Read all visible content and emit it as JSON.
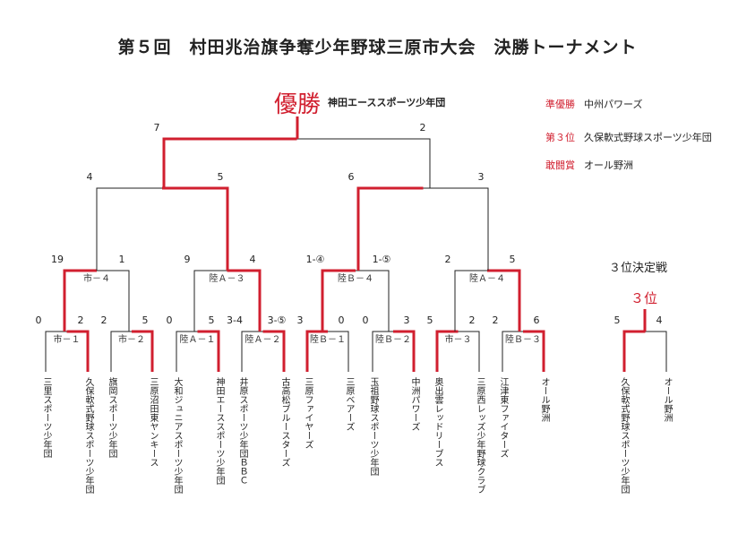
{
  "title": "第５回　村田兆治旗争奪少年野球三原市大会　決勝トーナメント",
  "champion": {
    "mark": "優勝",
    "team": "神田エーススポーツ少年団"
  },
  "awards": [
    {
      "label": "準優勝",
      "team": "中州パワーズ"
    },
    {
      "label": "第３位",
      "team": "久保軟式野球スポーツ少年団"
    },
    {
      "label": "敢闘賞",
      "team": "オール野洲"
    }
  ],
  "third_place": {
    "title": "３位決定戦",
    "position": "３位"
  },
  "teams": [
    "三里スポーツ少年団",
    "久保軟式野球スポーツ少年団",
    "旗岡スポーツ少年団",
    "三原沼田東ヤンキース",
    "大和ジュニアスポーツ少年団",
    "神田エーススポーツ少年団",
    "井原スポーツ少年団ＢＢＣ",
    "古高松ブルースターズ",
    "三原ファイヤーズ",
    "三原ベアーズ",
    "玉祖野球スポーツ少年団",
    "中洲パワーズ",
    "奥出雲レッドリーブス",
    "三原西レッズ少年野球クラブ",
    "江津東ファイターズ",
    "オール野洲",
    "久保軟式野球スポーツ少年団",
    "オール野洲"
  ],
  "matches": [
    {
      "id": "r1a",
      "label": "市－１",
      "scores": [
        "0",
        "2"
      ]
    },
    {
      "id": "r1b",
      "label": "市－２",
      "scores": [
        "2",
        "5"
      ]
    },
    {
      "id": "r1c",
      "label": "陸Ａ－１",
      "scores": [
        "0",
        "5"
      ]
    },
    {
      "id": "r1d",
      "label": "陸Ａ－２",
      "scores": [
        "3-4",
        "3-⑤"
      ]
    },
    {
      "id": "r1e",
      "label": "陸Ｂ－１",
      "scores": [
        "3",
        "0"
      ]
    },
    {
      "id": "r1f",
      "label": "陸Ｂ－２",
      "scores": [
        "0",
        "3"
      ]
    },
    {
      "id": "r1g",
      "label": "市－３",
      "scores": [
        "5",
        "2"
      ]
    },
    {
      "id": "r1h",
      "label": "陸Ｂ－３",
      "scores": [
        "2",
        "6"
      ]
    },
    {
      "id": "r2a",
      "label": "市－４",
      "scores": [
        "19",
        "1"
      ]
    },
    {
      "id": "r2b",
      "label": "陸Ａ－３",
      "scores": [
        "9",
        "4"
      ]
    },
    {
      "id": "r2c",
      "label": "陸Ｂ－４",
      "scores": [
        "1-④",
        "1-⑤"
      ]
    },
    {
      "id": "r2d",
      "label": "陸Ａ－４",
      "scores": [
        "2",
        "5"
      ]
    },
    {
      "id": "r3a",
      "label": "",
      "scores": [
        "4",
        "5"
      ]
    },
    {
      "id": "r3b",
      "label": "",
      "scores": [
        "6",
        "3"
      ]
    },
    {
      "id": "final",
      "label": "",
      "scores": [
        "7",
        "2"
      ]
    },
    {
      "id": "third",
      "label": "",
      "scores": [
        "5",
        "4"
      ]
    }
  ],
  "colors": {
    "winner_line": "#d11f2f",
    "line": "#222222"
  }
}
